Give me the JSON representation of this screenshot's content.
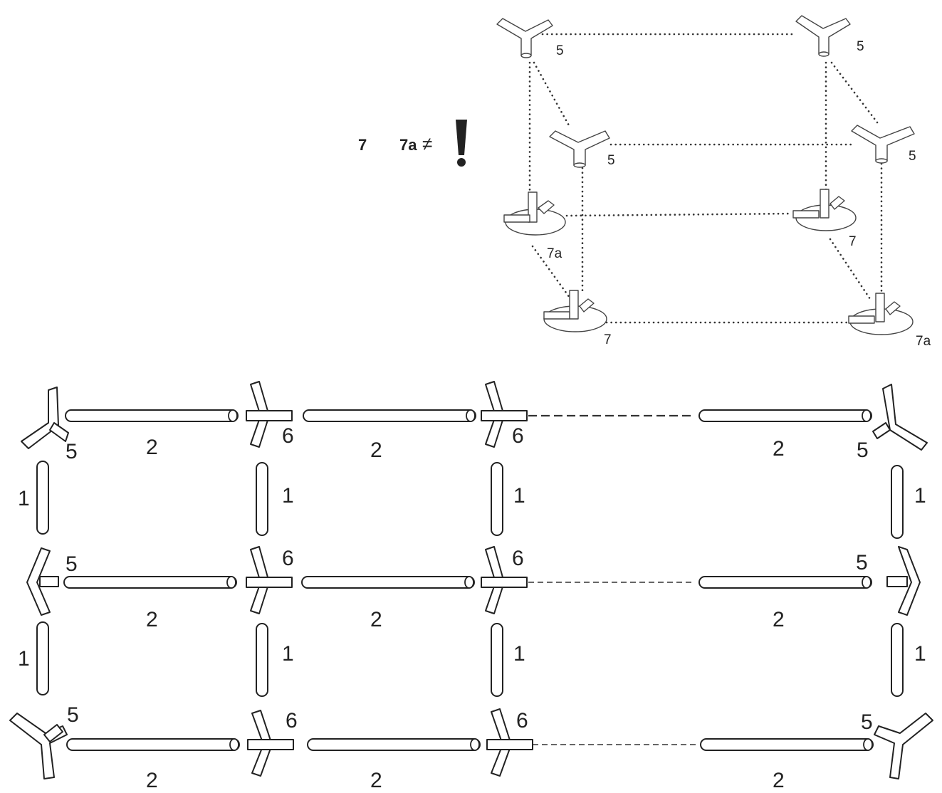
{
  "legend": {
    "part_7": "7",
    "part_7a": "7a",
    "not_equal": "≠",
    "warning": "!"
  },
  "top_view": {
    "connector_5": [
      "5",
      "5",
      "5",
      "5"
    ],
    "base_labels": [
      "7a",
      "7",
      "7",
      "7a"
    ]
  },
  "grid": {
    "rows": [
      {
        "left_corner": "5",
        "mid_connectors": [
          "6",
          "6"
        ],
        "right_corner": "5",
        "pipes": [
          "2",
          "2",
          "2"
        ]
      },
      {
        "left_corner": "5",
        "mid_connectors": [
          "6",
          "6"
        ],
        "right_corner": "5",
        "pipes": [
          "2",
          "2",
          "2"
        ]
      },
      {
        "left_corner": "5",
        "mid_connectors": [
          "6",
          "6"
        ],
        "right_corner": "5",
        "pipes": [
          "2",
          "2",
          "2"
        ]
      }
    ],
    "uprights_upper": [
      "1",
      "1",
      "1",
      "1"
    ],
    "uprights_lower": [
      "1",
      "1",
      "1",
      "1"
    ]
  }
}
